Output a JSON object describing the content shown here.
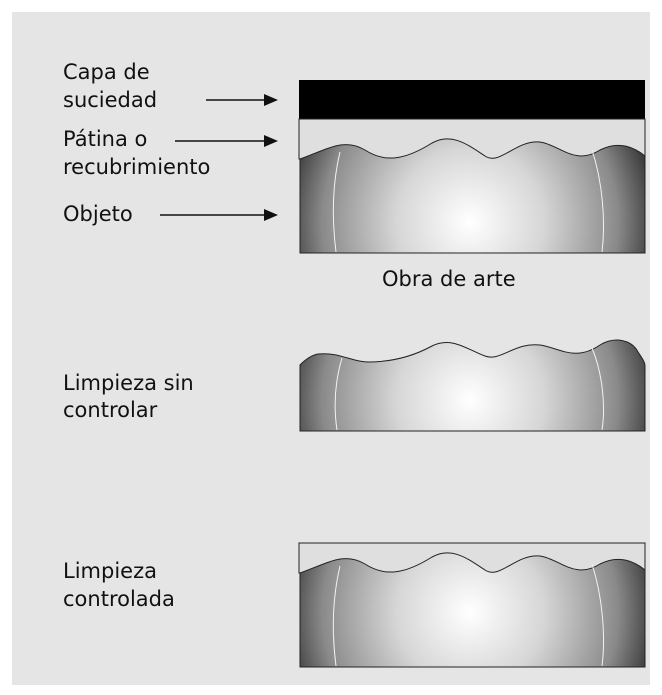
{
  "labels": {
    "dirt_line1": "Capa de",
    "dirt_line2": "suciedad",
    "patina_line1": "Pátina o",
    "patina_line2": "recubrimiento",
    "object": "Objeto",
    "artwork_caption": "Obra de arte",
    "uncontrolled_line1": "Limpieza sin",
    "uncontrolled_line2": "controlar",
    "controlled_line1": "Limpieza",
    "controlled_line2": "controlada"
  },
  "colors": {
    "panel_background": "#e4e5e4",
    "dirt_layer": "#000000",
    "patina_layer": "#dedfde",
    "object_edge": "#3a3a3a",
    "object_center": "#ffffff"
  }
}
